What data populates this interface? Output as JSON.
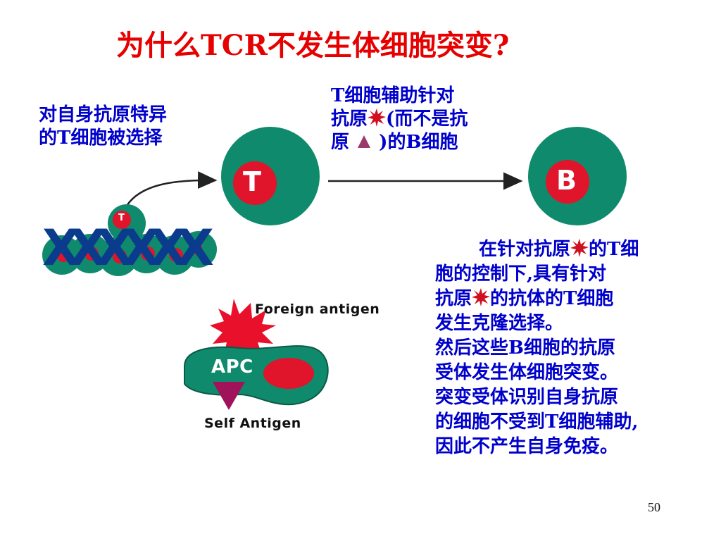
{
  "title": "为什么TCR不发生体细胞突变?",
  "left_label": {
    "line1": "对自身抗原特异",
    "line2_pre": "的",
    "line2_b": "T",
    "line2_post": "细胞被选择"
  },
  "top_label": {
    "line1_b": "T",
    "line1_post": "细胞辅助针对",
    "line2_pre": "抗原",
    "line2_post": "(而不是抗",
    "line3_pre": "原",
    "line3_post": ")的",
    "line3_b": "B",
    "line3_tail": "细胞"
  },
  "cells": {
    "t_big": "T",
    "b_big": "B",
    "t_small": "T",
    "x_marks": "XXXXXX"
  },
  "apc_diagram": {
    "foreign": "Foreign antigen",
    "apc": "APC",
    "self": "Self Antigen"
  },
  "right_text": {
    "l1_pre": "在针对抗原",
    "l1_post": "的",
    "l1_b": "T",
    "l1_tail": "细",
    "l2": "胞的控制下,具有针对",
    "l3_pre": "抗原",
    "l3_post": "的抗体的",
    "l3_b": "T",
    "l3_tail": "细胞",
    "l4": "发生克隆选择。",
    "l5_pre": "然后这些",
    "l5_b": "B",
    "l5_post": "细胞的抗原",
    "l6": "受体发生体细胞突变。",
    "l7": "突变受体识别自身抗原",
    "l8_pre": "的细胞不受到",
    "l8_b": "T",
    "l8_post": "细胞辅助,",
    "l9": "因此不产生自身免疫。"
  },
  "page_number": "50",
  "colors": {
    "title": "#e60000",
    "text": "#0000cc",
    "cell_outer": "#0f8a6c",
    "cell_inner": "#e0142a",
    "burst": "#d01020",
    "triangle": "#9a3a6a",
    "self_antigen": "#a0125a"
  }
}
